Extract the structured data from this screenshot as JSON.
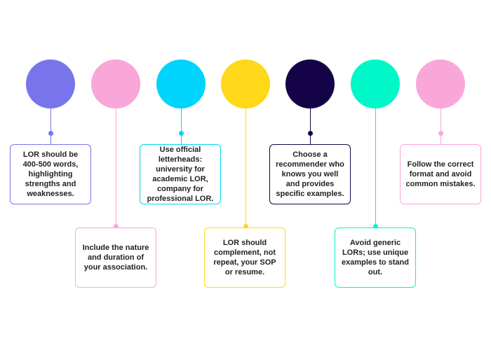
{
  "colors": {
    "purple": "#7874EB",
    "pink": "#F9A6D9",
    "cyan": "#00D4FC",
    "yellow": "#FFD919",
    "navy": "#140447",
    "mint": "#00F7C8",
    "text": "#222222"
  },
  "steps": [
    {
      "text": "LOR should be 400-500 words, highlighting strengths and weaknesses.",
      "color": "#7874EB",
      "border": "#7874EB",
      "position": "top"
    },
    {
      "text": "Include the nature and duration of your association.",
      "color": "#F9A6D9",
      "border": "#F9A6D9",
      "position": "bottom"
    },
    {
      "text": "Use official letterheads: university for academic LOR, company for professional LOR.",
      "color": "#00D4FC",
      "border": "#00D4FC",
      "position": "top"
    },
    {
      "text": "LOR should complement, not repeat, your SOP or resume.",
      "color": "#FFD919",
      "border": "#FFD919",
      "position": "bottom"
    },
    {
      "text": "Choose a recommender who knows you well and provides specific examples.",
      "color": "#140447",
      "border": "#140447",
      "position": "top"
    },
    {
      "text": "Avoid generic LORs; use unique examples to stand out.",
      "color": "#00F7C8",
      "border": "#00F7C8",
      "position": "bottom"
    },
    {
      "text": "Follow the correct format and avoid common mistakes.",
      "color": "#F9A6D9",
      "border": "#F9A6D9",
      "position": "top"
    }
  ]
}
